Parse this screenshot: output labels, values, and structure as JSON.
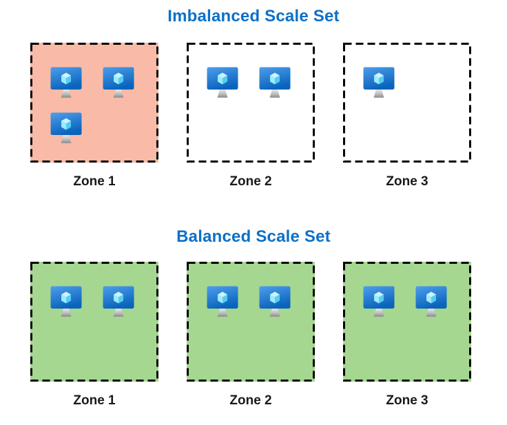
{
  "sections": [
    {
      "title": "Imbalanced Scale Set",
      "zones": [
        {
          "label": "Zone 1",
          "vm_count": 3,
          "fill": "#F9BBA7",
          "highlighted": true
        },
        {
          "label": "Zone 2",
          "vm_count": 2,
          "fill": "#FFFFFF",
          "highlighted": false
        },
        {
          "label": "Zone 3",
          "vm_count": 1,
          "fill": "#FFFFFF",
          "highlighted": false
        }
      ]
    },
    {
      "title": "Balanced Scale Set",
      "zones": [
        {
          "label": "Zone 1",
          "vm_count": 2,
          "fill": "#A5D791",
          "highlighted": true
        },
        {
          "label": "Zone 2",
          "vm_count": 2,
          "fill": "#A5D791",
          "highlighted": true
        },
        {
          "label": "Zone 3",
          "vm_count": 2,
          "fill": "#A5D791",
          "highlighted": true
        }
      ]
    }
  ],
  "colors": {
    "section_title": "#0C70C8",
    "zone_border": "#000000",
    "imbalanced_highlight": "#F9BBA7",
    "balanced_highlight": "#A5D791",
    "label_text": "#1A1A1A",
    "vm_screen_top": "#4E9EEC",
    "vm_screen_bottom": "#0A64BC",
    "vm_cube": "#9CEBFF"
  },
  "icons": {
    "vm": "virtual-machine-icon"
  }
}
